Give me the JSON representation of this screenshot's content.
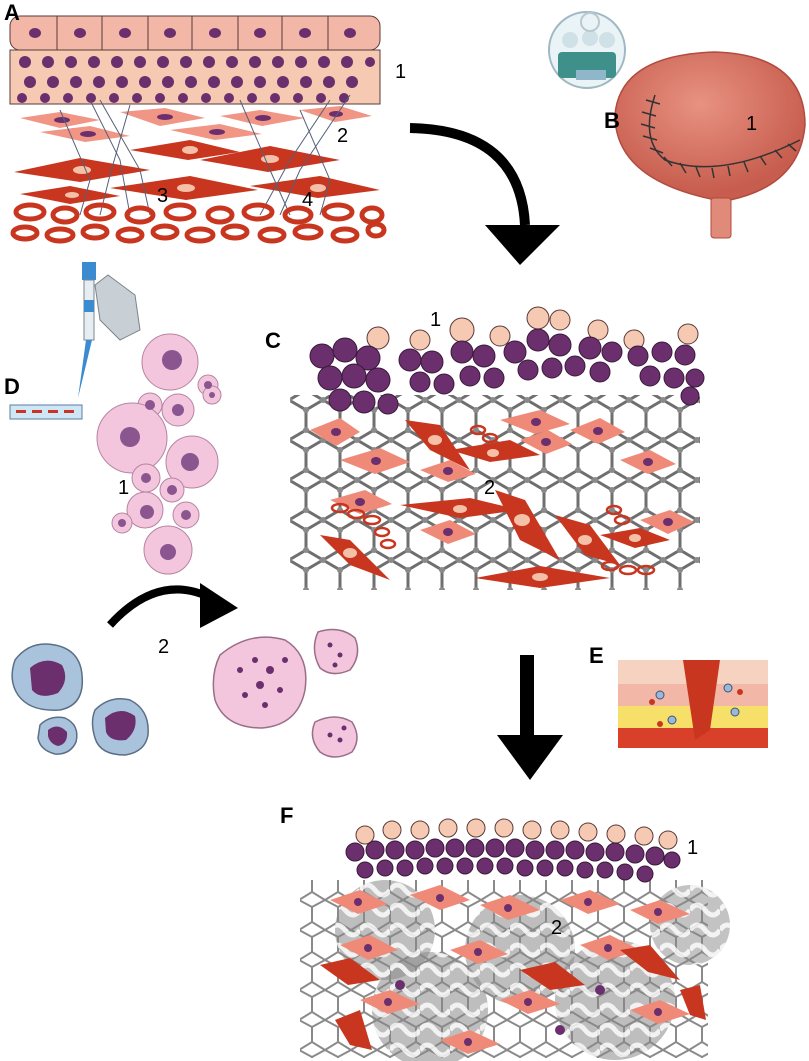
{
  "panels": {
    "A": {
      "letter": "A",
      "labels": [
        "1",
        "2",
        "3",
        "4"
      ]
    },
    "B": {
      "letter": "B",
      "labels": [
        "1"
      ]
    },
    "C": {
      "letter": "C",
      "labels": [
        "1",
        "2"
      ]
    },
    "D": {
      "letter": "D",
      "labels": [
        "1",
        "2"
      ]
    },
    "E": {
      "letter": "E",
      "labels": []
    },
    "F": {
      "letter": "F",
      "labels": [
        "1",
        "2"
      ]
    }
  },
  "colors": {
    "epithelium": "#f2b7a6",
    "nucleus": "#6b2f6e",
    "fibroblast": "#f08a78",
    "smooth_muscle": "#c9361f",
    "mesh": "#777777",
    "macrophage": "#a9c3dc",
    "stem_cell": "#f3c6de",
    "arrow": "#000000"
  }
}
